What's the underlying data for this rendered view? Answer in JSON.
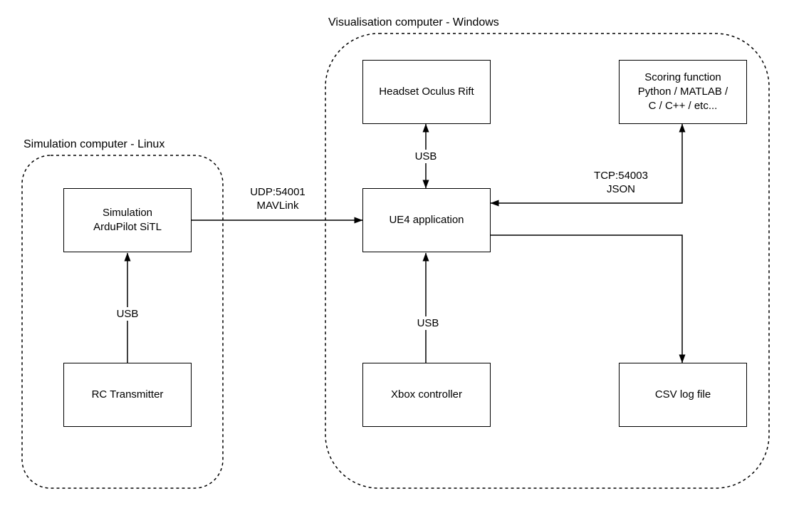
{
  "canvas": {
    "background": "#ffffff",
    "line_color": "#000000"
  },
  "containers": {
    "linux": {
      "label": "Simulation computer - Linux"
    },
    "windows": {
      "label": "Visualisation computer - Windows"
    }
  },
  "nodes": {
    "simulation": {
      "label": "Simulation\nArduPilot SiTL"
    },
    "rc_transmitter": {
      "label": "RC Transmitter"
    },
    "headset": {
      "label": "Headset Oculus Rift"
    },
    "ue4": {
      "label": "UE4 application"
    },
    "xbox": {
      "label": "Xbox controller"
    },
    "scoring": {
      "label": "Scoring function\nPython / MATLAB /\nC / C++ / etc..."
    },
    "csv": {
      "label": "CSV log file"
    }
  },
  "edges": {
    "rc_to_simulation": {
      "from": "RC Transmitter",
      "to": "Simulation ArduPilot SiTL",
      "label": "USB",
      "direction": "one-way"
    },
    "simulation_to_ue4": {
      "from": "Simulation ArduPilot SiTL",
      "to": "UE4 application",
      "label": "UDP:54001\nMAVLink",
      "direction": "one-way"
    },
    "headset_ue4": {
      "from": "Headset Oculus Rift",
      "to": "UE4 application",
      "label": "USB",
      "direction": "two-way"
    },
    "xbox_to_ue4": {
      "from": "Xbox controller",
      "to": "UE4 application",
      "label": "USB",
      "direction": "one-way"
    },
    "ue4_scoring": {
      "from": "UE4 application",
      "to": "Scoring function",
      "label": "TCP:54003\nJSON",
      "direction": "two-way"
    },
    "ue4_to_csv": {
      "from": "UE4 application",
      "to": "CSV log file",
      "direction": "one-way"
    }
  }
}
